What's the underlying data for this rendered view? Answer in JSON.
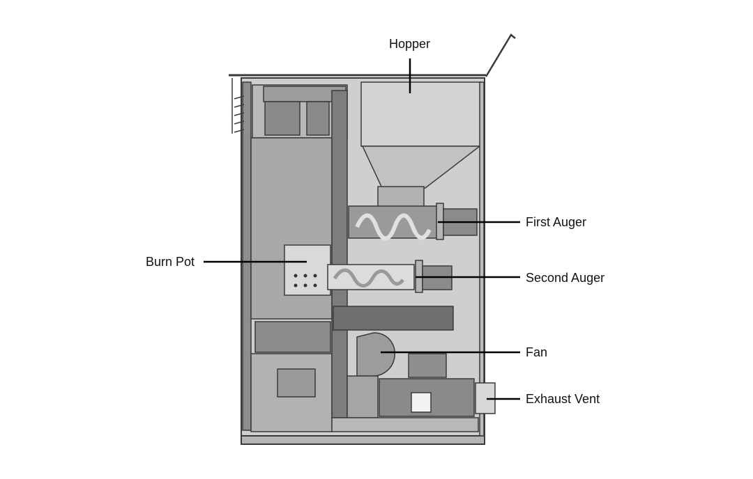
{
  "diagram": {
    "labels": {
      "hopper": "Hopper",
      "first_auger": "First Auger",
      "burn_pot": "Burn Pot",
      "second_auger": "Second Auger",
      "fan": "Fan",
      "exhaust_vent": "Exhaust Vent"
    },
    "colors": {
      "cabinet_fill": "#c9c9c9",
      "outline": "#3a3a3a",
      "panel": "#9a9a9a",
      "dark_panel": "#7d7d7d",
      "light_panel": "#d6d6d6",
      "leader": "#000000"
    }
  }
}
